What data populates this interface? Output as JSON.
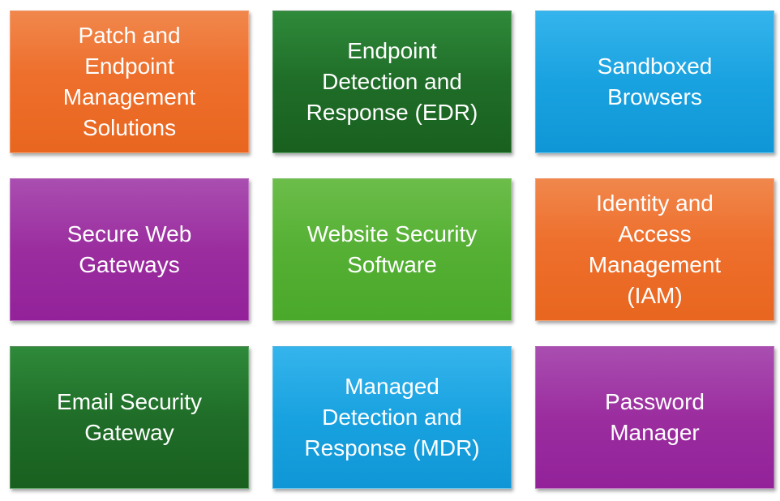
{
  "tiles": [
    {
      "label": "Patch and\nEndpoint\nManagement\nSolutions",
      "color": "#ee6f2c"
    },
    {
      "label": "Endpoint\nDetection and\nResponse (EDR)",
      "color": "#1f6d28"
    },
    {
      "label": "Sandboxed\nBrowsers",
      "color": "#19a2e0"
    },
    {
      "label": "Secure Web\nGateways",
      "color": "#9b2d9f"
    },
    {
      "label": "Website Security\nSoftware",
      "color": "#55b034"
    },
    {
      "label": "Identity and\nAccess\nManagement\n(IAM)",
      "color": "#ee6f2c"
    },
    {
      "label": "Email Security\nGateway",
      "color": "#1f6d28"
    },
    {
      "label": "Managed\nDetection and\nResponse (MDR)",
      "color": "#19a2e0"
    },
    {
      "label": "Password\nManager",
      "color": "#9b2d9f"
    }
  ]
}
